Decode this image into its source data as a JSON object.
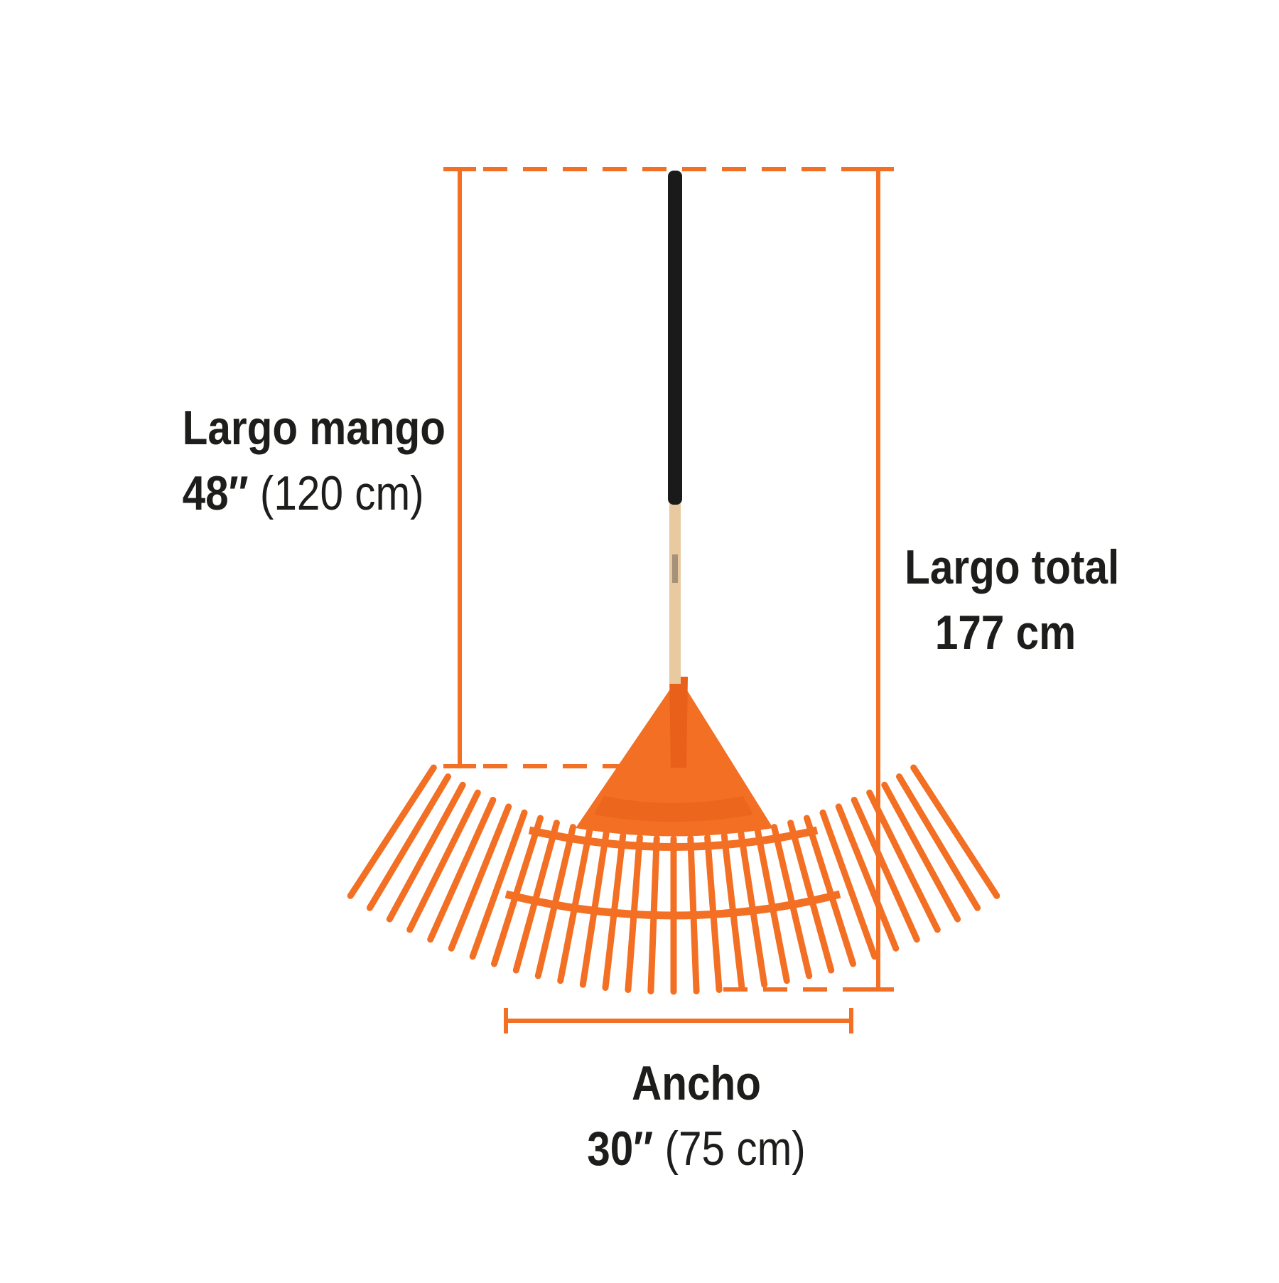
{
  "colors": {
    "dimension_line": "#f26f23",
    "rake_head": "#f26f23",
    "rake_head_shadow": "#e8601a",
    "grip": "#1a1a1a",
    "handle_wood": "#e8c9a0",
    "text": "#1d1d1b",
    "background": "#ffffff"
  },
  "labels": {
    "handle_length": {
      "title": "Largo mango",
      "value_main": "48″",
      "value_alt": "(120 cm)"
    },
    "total_length": {
      "title": "Largo total",
      "value_main": "177 cm",
      "value_alt": ""
    },
    "width": {
      "title": "Ancho",
      "value_main": "30″",
      "value_alt": "(75 cm)"
    }
  },
  "icons": {
    "product": "leaf-rake-icon"
  }
}
